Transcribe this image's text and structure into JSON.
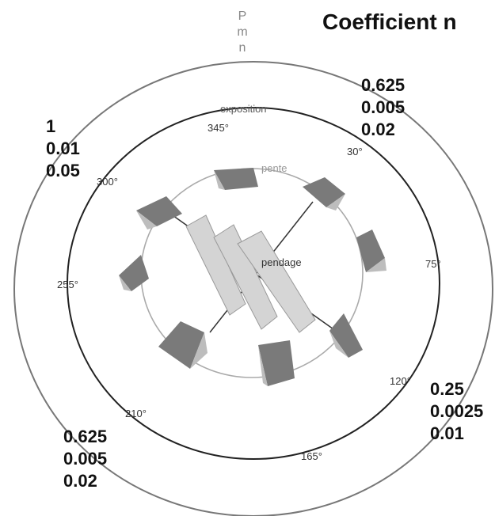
{
  "title": "Coefficient n",
  "pmn": {
    "p": "P",
    "m": "m",
    "n": "n"
  },
  "labels": {
    "exposition": "exposition",
    "pente": "pente",
    "pendage": "pendage"
  },
  "degrees": {
    "d345": "345°",
    "d30": "30°",
    "d75": "75°",
    "d120": "120°",
    "d165": "165°",
    "d210": "210°",
    "d255": "255°",
    "d300": "300°"
  },
  "coefficients": {
    "top_left": {
      "p": "1",
      "m": "0.01",
      "n": "0.05"
    },
    "top_right": {
      "p": "0.625",
      "m": "0.005",
      "n": "0.02"
    },
    "bottom_right": {
      "p": "0.25",
      "m": "0.0025",
      "n": "0.01"
    },
    "bottom_left": {
      "p": "0.625",
      "m": "0.005",
      "n": "0.02"
    }
  },
  "colors": {
    "outer_ring": "#777777",
    "middle_ring": "#222222",
    "inner_ring": "#aaaaaa",
    "slab": "#cfcfcf",
    "block_dark": "#7a7a7a",
    "block_light": "#bdbdbd"
  }
}
